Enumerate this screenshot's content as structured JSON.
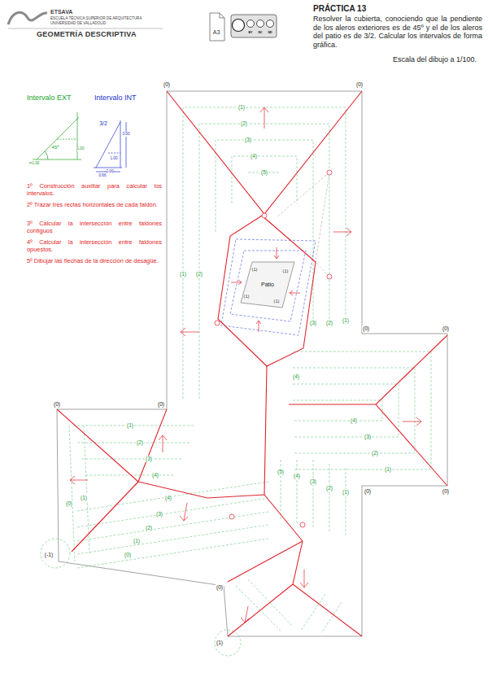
{
  "diagram": {
    "title": "PRÁCTICA 13",
    "labels": [
      "ETSAVA",
      "ESCUELA TÉCNICA SUPERIOR DE ARQUITECTURA",
      "UNIVERSIDAD DE VALLADOLID",
      "GEOMETRÍA DESCRIPTIVA",
      "A3",
      "BY",
      "NC",
      "ND",
      "Resolver la cubierta, conociendo que la pendiente de los aleros exteriores es de 45º y el de los aleros del patio es de 3/2. Calcular los intervalos de forma gráfica.",
      "Escala del dibujo a 1/100.",
      "Intervalo EXT",
      "Intervalo INT",
      "45º",
      "1.00",
      "i=1.00",
      "3/2",
      "3.00",
      "1.00",
      "0.66",
      "2.00",
      "1º Construcción auxiliar para calcular los intervalos.",
      "2º Trazar tres rectas horizontales de cada faldón.",
      "3º Calcular la intersección entre faldones contiguos",
      "4º Calcular la intersección entre faldones opuestos.",
      "5º Dibujar las flechas de la dirección de desagüe.",
      "(0)",
      "(0)",
      "(1)",
      "(2)",
      "(3)",
      "(4)",
      "(5)",
      "(1)",
      "(2)",
      "Patio",
      "(1)",
      "(1)",
      "(1)",
      "(1)",
      "(3)",
      "(2)",
      "(1)",
      "(0)",
      "(0)",
      "(4)",
      "(0)",
      "(0)",
      "(4)",
      "(3)",
      "(2)",
      "(1)",
      "(1)",
      "(2)",
      "(3)",
      "(4)",
      "(5)",
      "(4)",
      "(3)",
      "(2)",
      "(1)",
      "(0)",
      "(0)",
      "(1)",
      "(0)",
      "(4)",
      "(3)",
      "(2)",
      "(1)",
      "(0)",
      "(-1)",
      "(0)",
      "(1)"
    ]
  }
}
